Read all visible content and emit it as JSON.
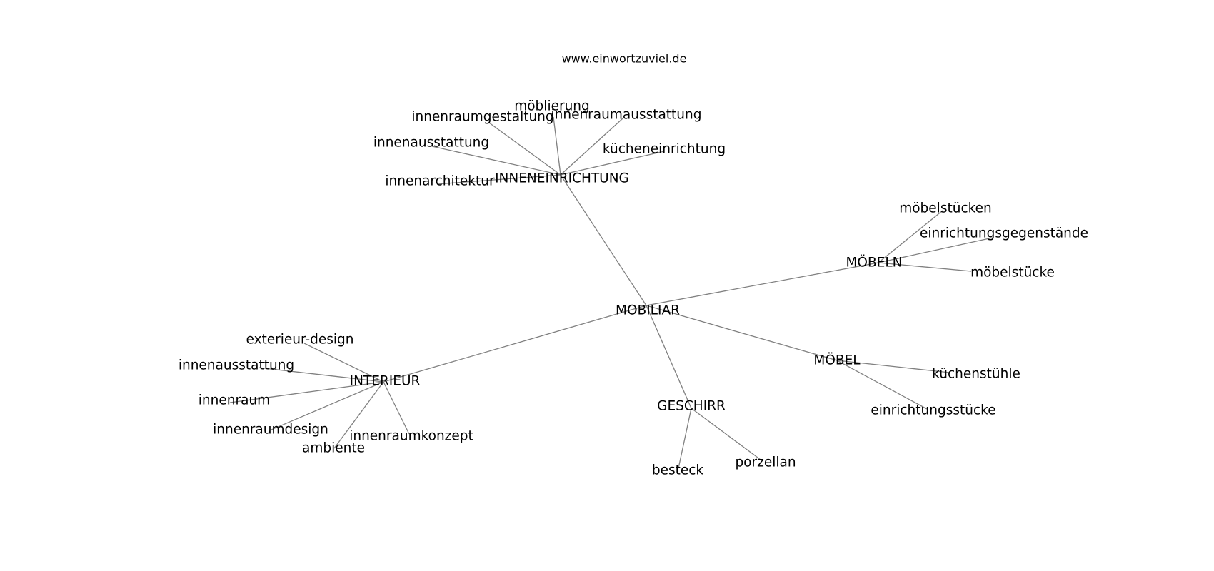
{
  "source_label": "www.einwortzuviel.de",
  "graph": {
    "nodes": [
      {
        "id": "mobiliar",
        "label": "MOBILIAR"
      },
      {
        "id": "inneneinrichtung",
        "label": "INNENEINRICHTUNG"
      },
      {
        "id": "moebeln",
        "label": "MÖBELN"
      },
      {
        "id": "moebel",
        "label": "MÖBEL"
      },
      {
        "id": "geschirr",
        "label": "GESCHIRR"
      },
      {
        "id": "interieur",
        "label": "INTERIEUR"
      },
      {
        "id": "moeblierung",
        "label": "möblierung"
      },
      {
        "id": "innenraumgestaltung",
        "label": "innenraumgestaltung"
      },
      {
        "id": "innenraumausstattung",
        "label": "innenraumausstattung"
      },
      {
        "id": "innenausstattung_1",
        "label": "innenausstattung"
      },
      {
        "id": "kuecheneinrichtung",
        "label": "kücheneinrichtung"
      },
      {
        "id": "innenarchitektur",
        "label": "innenarchitektur"
      },
      {
        "id": "moebelstuecken",
        "label": "möbelstücken"
      },
      {
        "id": "einrichtungsgegenstaende",
        "label": "einrichtungsgegenstände"
      },
      {
        "id": "moebelstuecke",
        "label": "möbelstücke"
      },
      {
        "id": "kuechenstuehle",
        "label": "küchenstühle"
      },
      {
        "id": "einrichtungsstuecke",
        "label": "einrichtungsstücke"
      },
      {
        "id": "besteck",
        "label": "besteck"
      },
      {
        "id": "porzellan",
        "label": "porzellan"
      },
      {
        "id": "exterieur_design",
        "label": "exterieur-design"
      },
      {
        "id": "innenausstattung_2",
        "label": "innenausstattung"
      },
      {
        "id": "innenraum",
        "label": "innenraum"
      },
      {
        "id": "innenraumdesign",
        "label": "innenraumdesign"
      },
      {
        "id": "ambiente",
        "label": "ambiente"
      },
      {
        "id": "innenraumkonzept",
        "label": "innenraumkonzept"
      }
    ],
    "edges": [
      [
        "mobiliar",
        "inneneinrichtung"
      ],
      [
        "mobiliar",
        "moebeln"
      ],
      [
        "mobiliar",
        "moebel"
      ],
      [
        "mobiliar",
        "geschirr"
      ],
      [
        "mobiliar",
        "interieur"
      ],
      [
        "inneneinrichtung",
        "moeblierung"
      ],
      [
        "inneneinrichtung",
        "innenraumgestaltung"
      ],
      [
        "inneneinrichtung",
        "innenraumausstattung"
      ],
      [
        "inneneinrichtung",
        "innenausstattung_1"
      ],
      [
        "inneneinrichtung",
        "kuecheneinrichtung"
      ],
      [
        "inneneinrichtung",
        "innenarchitektur"
      ],
      [
        "moebeln",
        "moebelstuecken"
      ],
      [
        "moebeln",
        "einrichtungsgegenstaende"
      ],
      [
        "moebeln",
        "moebelstuecke"
      ],
      [
        "moebel",
        "kuechenstuehle"
      ],
      [
        "moebel",
        "einrichtungsstuecke"
      ],
      [
        "geschirr",
        "besteck"
      ],
      [
        "geschirr",
        "porzellan"
      ],
      [
        "interieur",
        "exterieur_design"
      ],
      [
        "interieur",
        "innenausstattung_2"
      ],
      [
        "interieur",
        "innenraum"
      ],
      [
        "interieur",
        "innenraumdesign"
      ],
      [
        "interieur",
        "ambiente"
      ],
      [
        "interieur",
        "innenraumkonzept"
      ]
    ]
  }
}
